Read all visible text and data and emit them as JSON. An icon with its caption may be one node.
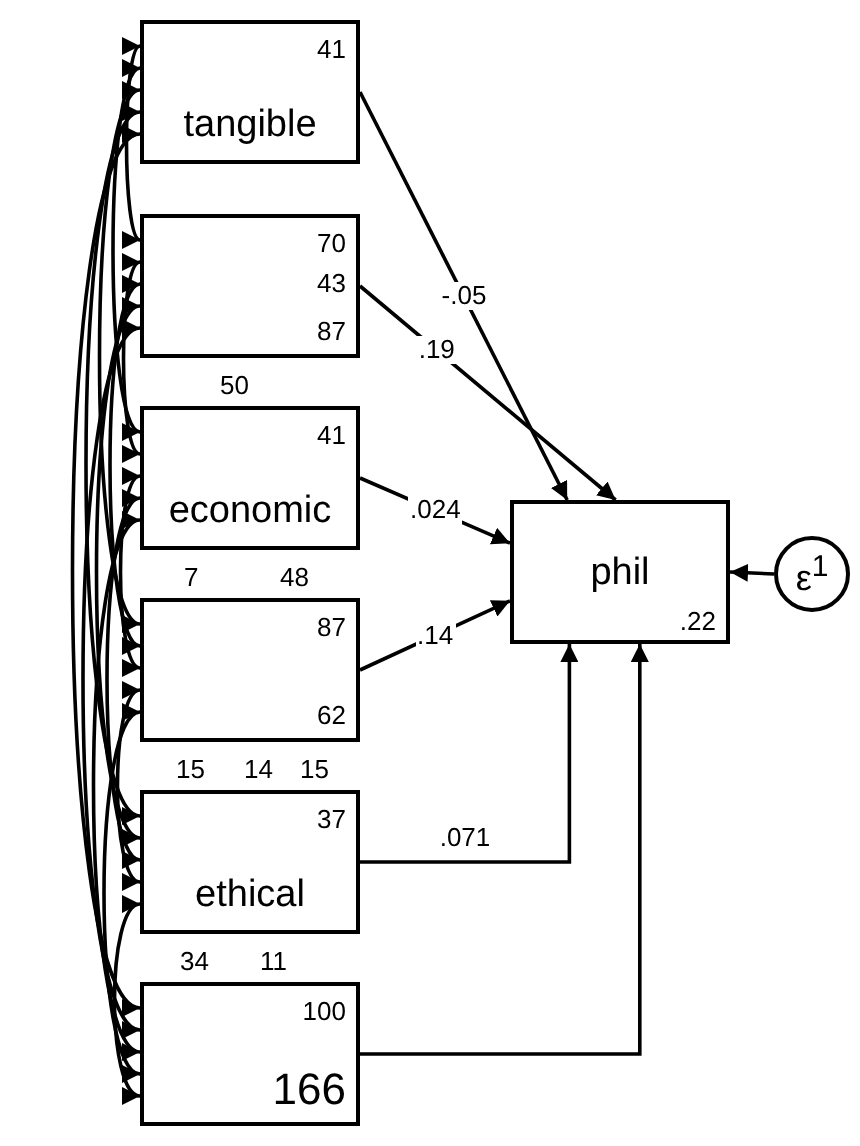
{
  "diagram": {
    "nodes": [
      {
        "text": [
          "41",
          "tangible"
        ]
      },
      {
        "text": [
          "70",
          "43",
          "87"
        ]
      },
      {
        "text": [
          "41",
          "economic"
        ]
      },
      {
        "text": [
          "87",
          "62"
        ]
      },
      {
        "text": [
          "37",
          "ethical"
        ]
      },
      {
        "text": [
          "100",
          "166"
        ]
      },
      {
        "text": [
          "phil",
          ".22"
        ]
      },
      {
        "text": [
          "ε$^{1}$"
        ]
      }
    ],
    "edges": [
      {
        "from": 0,
        "to": 6,
        "arrow": "to",
        "label": "-.05"
      },
      {
        "from": 1,
        "to": 6,
        "arrow": "to",
        "label": ".19"
      },
      {
        "from": 2,
        "to": 6,
        "arrow": "to",
        "label": ".024"
      },
      {
        "from": 3,
        "to": 6,
        "arrow": "to",
        "label": ".14"
      },
      {
        "from": 4,
        "to": 6,
        "arrow": "to",
        "label": ".071"
      },
      {
        "from": 5,
        "to": 6,
        "arrow": "to"
      },
      {
        "from": 7,
        "to": 6,
        "arrow": "to"
      },
      {
        "from": 0,
        "to": 1,
        "arrow": "both"
      },
      {
        "from": 0,
        "to": 2,
        "arrow": "both"
      },
      {
        "from": 0,
        "to": 3,
        "arrow": "both"
      },
      {
        "from": 0,
        "to": 4,
        "arrow": "both"
      },
      {
        "from": 0,
        "to": 5,
        "arrow": "both"
      },
      {
        "from": 1,
        "to": 2,
        "arrow": "both"
      },
      {
        "from": 1,
        "to": 3,
        "arrow": "both"
      },
      {
        "from": 1,
        "to": 4,
        "arrow": "both"
      },
      {
        "from": 1,
        "to": 5,
        "arrow": "both"
      },
      {
        "from": 2,
        "to": 3,
        "arrow": "both"
      },
      {
        "from": 2,
        "to": 4,
        "arrow": "both"
      },
      {
        "from": 2,
        "to": 5,
        "arrow": "both"
      },
      {
        "from": 3,
        "to": 4,
        "arrow": "both"
      },
      {
        "from": 3,
        "to": 5,
        "arrow": "both"
      },
      {
        "from": 4,
        "to": 5,
        "arrow": "both"
      }
    ],
    "labels": [
      "50",
      "7",
      "48",
      "15",
      "14",
      "15",
      "34",
      "11"
    ]
  }
}
